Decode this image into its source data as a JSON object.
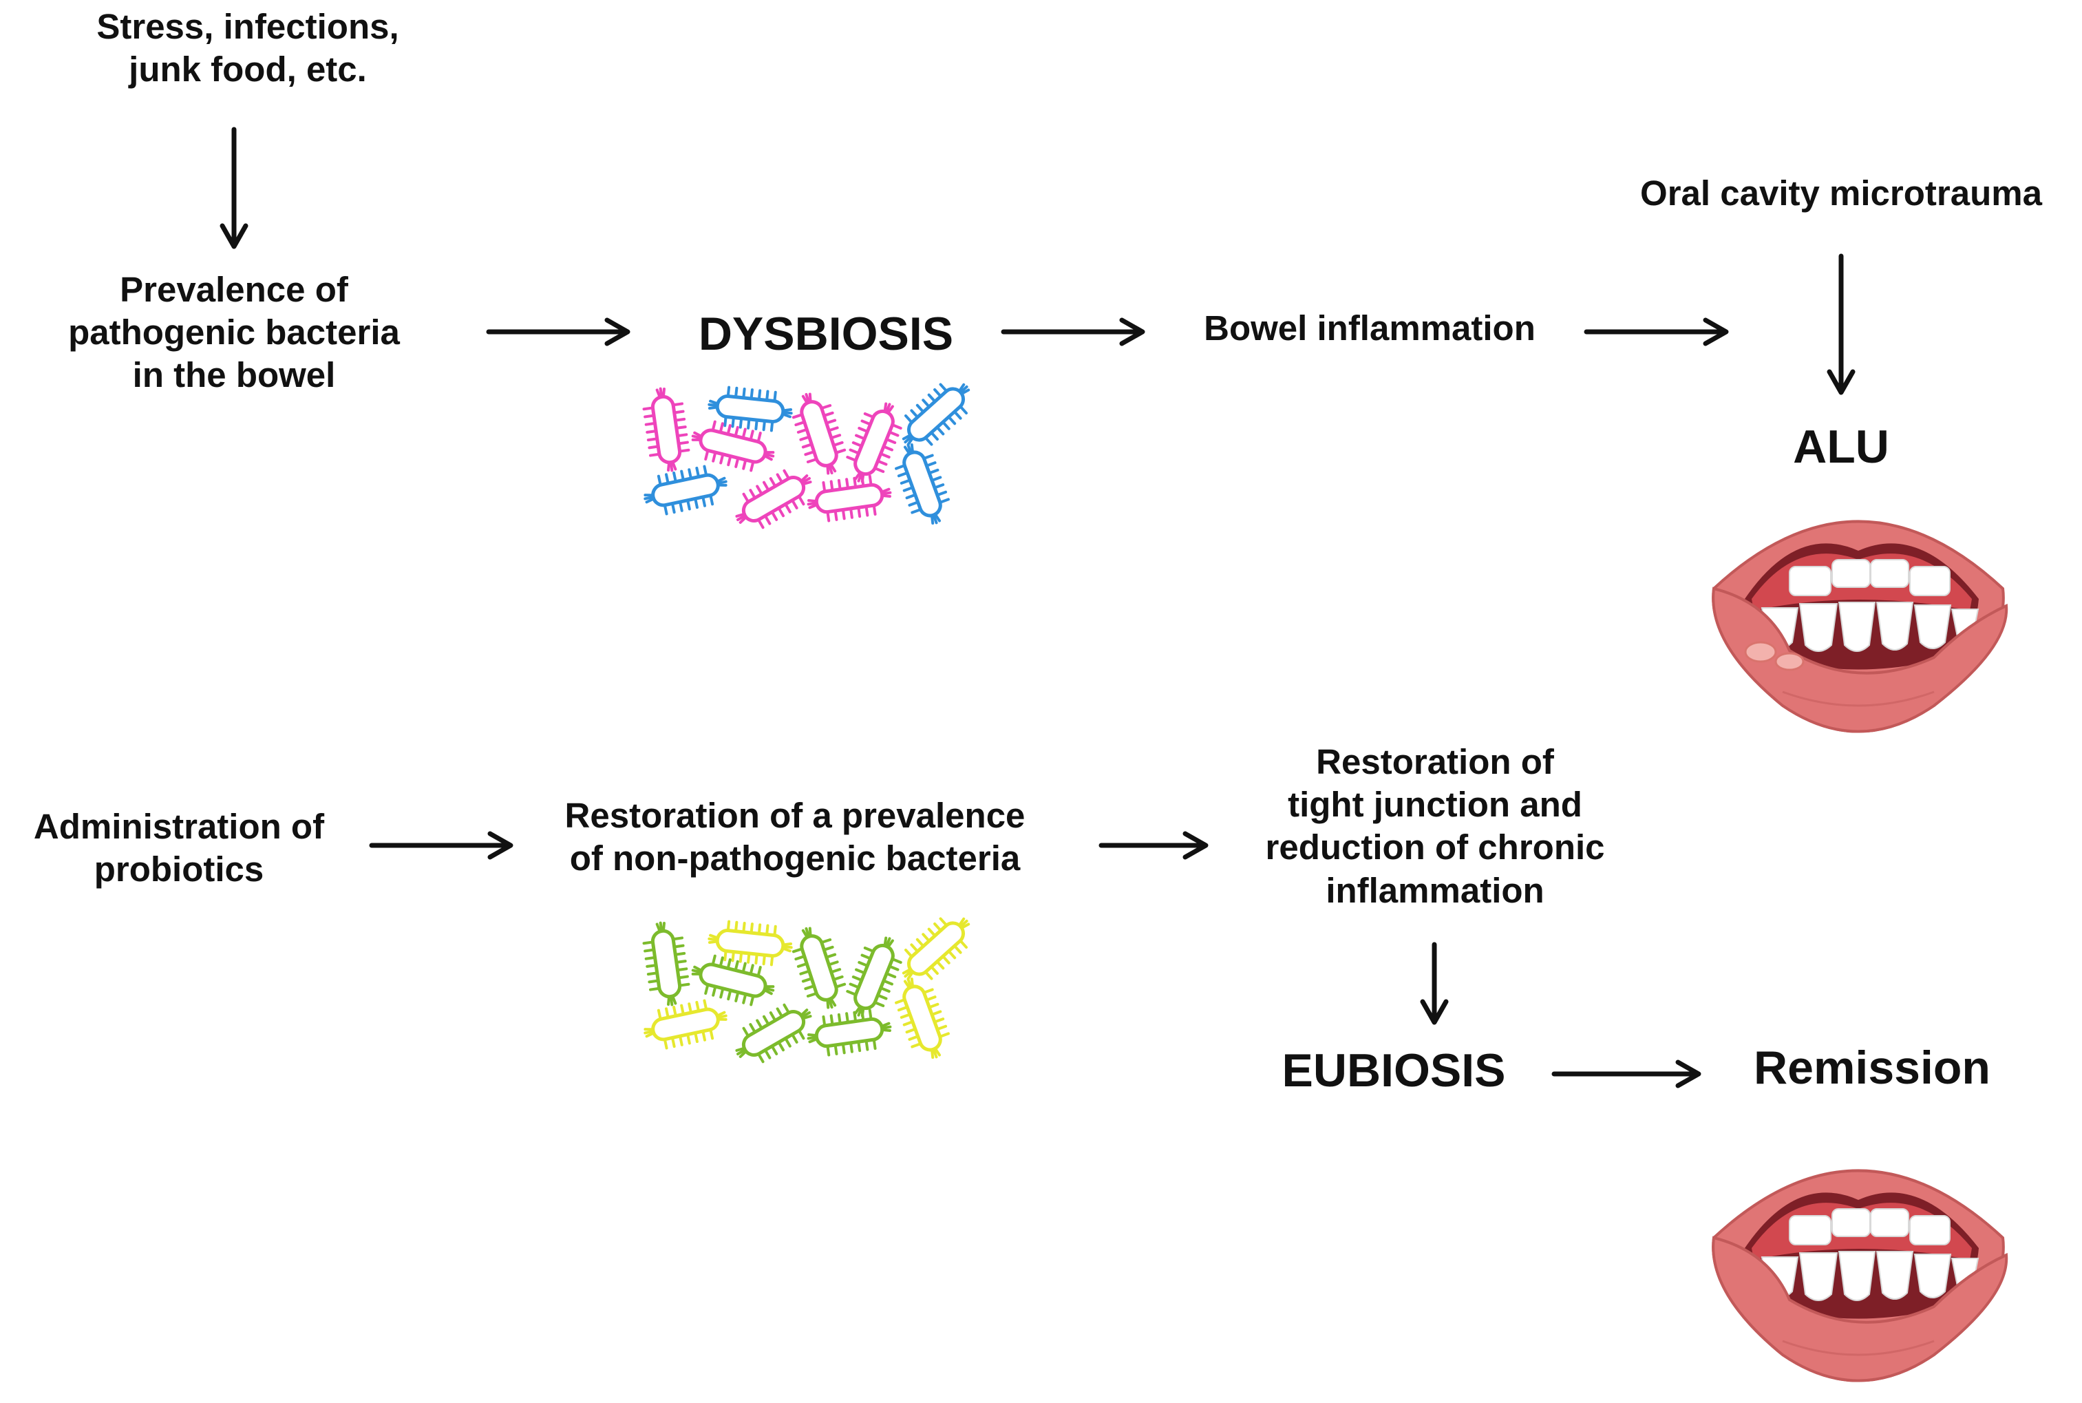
{
  "labels": {
    "triggers": "Stress, infections,\njunk food, etc.",
    "prevalence_pathogenic": "Prevalence of\npathogenic bacteria\nin the bowel",
    "dysbiosis": "DYSBIOSIS",
    "bowel_inflammation": "Bowel inflammation",
    "oral_microtrauma": "Oral cavity microtrauma",
    "alu": "ALU",
    "probiotics": "Administration of\nprobiotics",
    "restoration_nonpathogenic": "Restoration of a prevalence\nof non-pathogenic bacteria",
    "restoration_tight_junction": "Restoration of\ntight junction and\nreduction of chronic\ninflammation",
    "eubiosis": "EUBIOSIS",
    "remission": "Remission"
  },
  "colors": {
    "text": "#111111",
    "arrow": "#111111",
    "bacteria_pink": "#ee44bb",
    "bacteria_blue": "#2f8fdc",
    "bacteria_yellow": "#e6e82e",
    "bacteria_green": "#7cbb2c",
    "lip": "#e07575",
    "lip_dark": "#c25959",
    "gum": "#d2484f",
    "mouth_inner": "#7e1f27",
    "tooth": "#ffffff",
    "ulcer": "#f3b2ad"
  },
  "icons": [
    "pathogenic-bacteria-icon",
    "probiotic-bacteria-icon",
    "ulcerated-mouth-icon",
    "healthy-mouth-icon"
  ]
}
